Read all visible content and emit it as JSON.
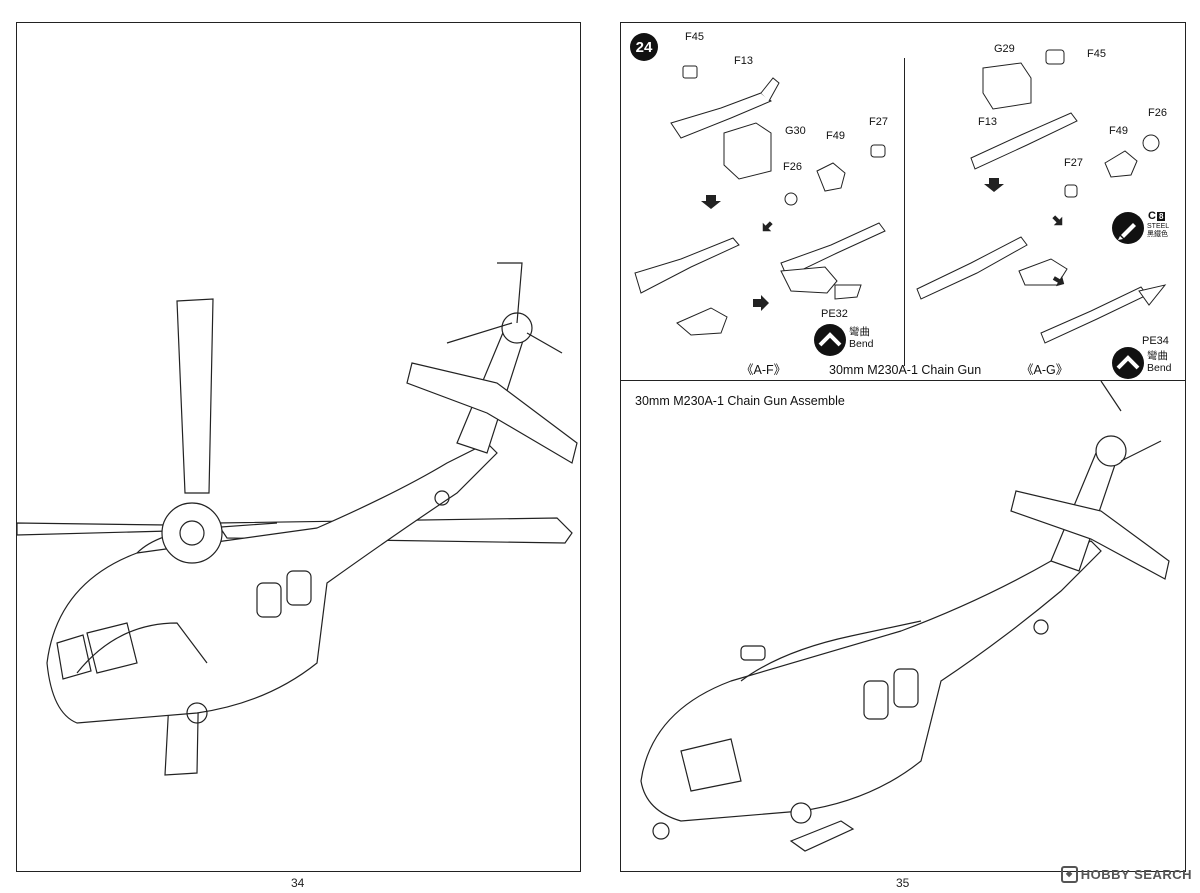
{
  "left_page": {
    "page_number": "34"
  },
  "right_page": {
    "page_number": "35",
    "step": {
      "number": "24",
      "title": "30mm M230A-1 Chain Gun",
      "variant_left": "《A-F》",
      "variant_right": "《A-G》",
      "parts_left": [
        "F45",
        "F13",
        "G30",
        "F49",
        "F27",
        "F26",
        "PE32"
      ],
      "parts_right": [
        "G29",
        "F45",
        "F13",
        "F49",
        "F26",
        "F27",
        "PE34"
      ],
      "bend_cn": "彎曲",
      "bend_en": "Bend",
      "paint_code": "C",
      "paint_number": "8",
      "paint_name_en": "STEEL",
      "paint_name_cn": "黑鐵色"
    },
    "assembled_caption": "30mm M230A-1 Chain Gun Assemble"
  },
  "watermark": "HOBBY SEARCH",
  "icons": [
    "step-number-badge",
    "bend-icon",
    "paint-brush-icon",
    "arrow-icon",
    "hobby-search-logo-icon"
  ]
}
